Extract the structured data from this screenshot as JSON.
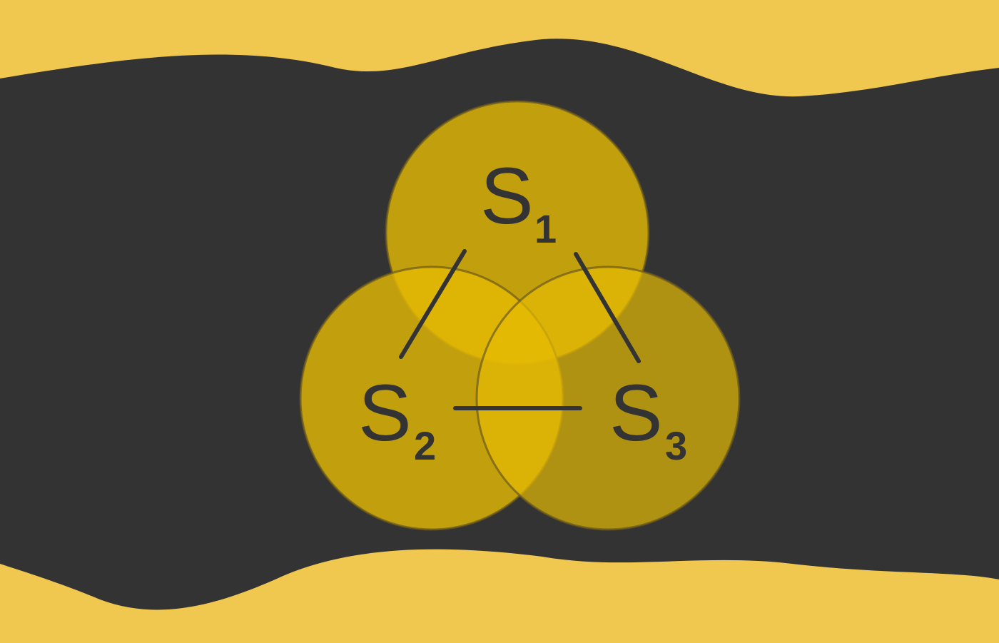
{
  "colors": {
    "background": "#F1C84F",
    "band": "#333333",
    "circle_fill": "#E6BA04",
    "circle_stroke": "#6B5A1E",
    "edge": "#333333",
    "label": "#333333"
  },
  "diagram": {
    "nodes": [
      {
        "id": "s1",
        "letter": "S",
        "subscript": "1"
      },
      {
        "id": "s2",
        "letter": "S",
        "subscript": "2"
      },
      {
        "id": "s3",
        "letter": "S",
        "subscript": "3"
      }
    ],
    "edges": [
      {
        "from": "s1",
        "to": "s2"
      },
      {
        "from": "s1",
        "to": "s3"
      },
      {
        "from": "s2",
        "to": "s3"
      }
    ]
  }
}
